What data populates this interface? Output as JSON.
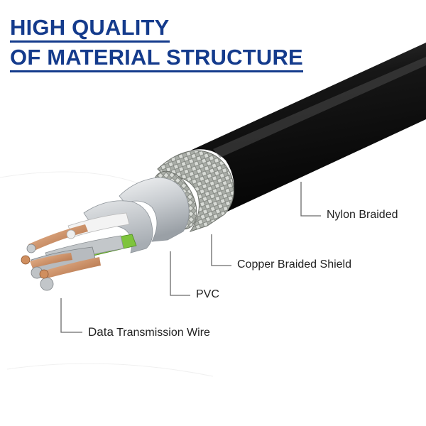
{
  "title": {
    "line1": "HIGH QUALITY",
    "line2": "OF MATERIAL STRUCTURE"
  },
  "labels": {
    "nylon": "Nylon Braided",
    "copper": "Copper Braided Shield",
    "pvc": "PVC",
    "data_word": "Data",
    "data_rest": "Transmission Wire"
  },
  "colors": {
    "title": "#143b8c",
    "jacket": "#141414",
    "braid": "#b8bcb6",
    "foil": "#d9dcdf",
    "copper": "#c98a5a",
    "green": "#7ec43c"
  }
}
